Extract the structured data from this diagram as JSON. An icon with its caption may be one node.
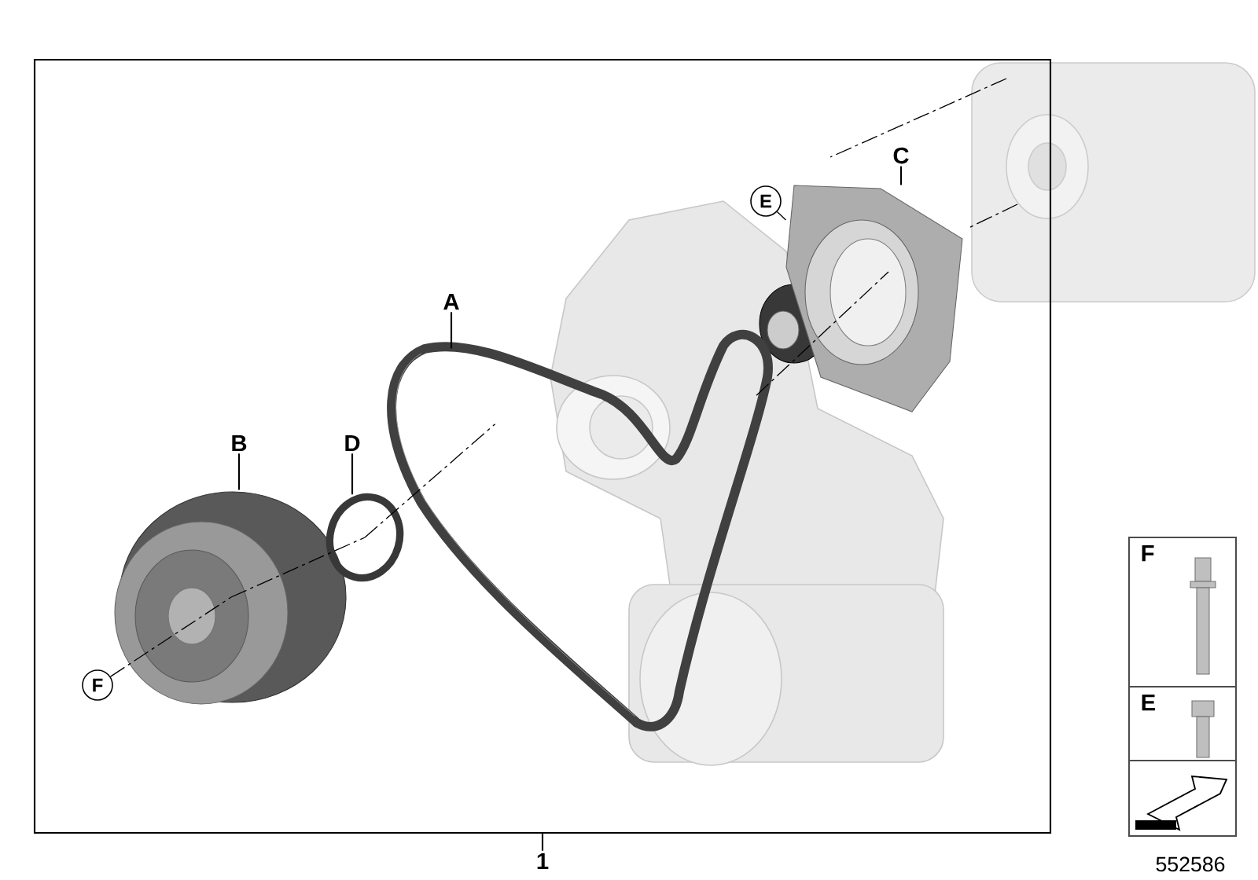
{
  "diagram": {
    "nodes": [
      {
        "text": [],
        "shape": "box"
      },
      {
        "text": [
          "A"
        ],
        "in": 0
      },
      {
        "text": [],
        "shape": "picture",
        "in": 0
      },
      {
        "text": [
          "B"
        ],
        "in": 0
      },
      {
        "text": [],
        "shape": "picture",
        "in": 0
      },
      {
        "text": [
          "D"
        ],
        "in": 0
      },
      {
        "text": [],
        "shape": "circle",
        "in": 0
      },
      {
        "text": [
          "C"
        ],
        "in": 0
      },
      {
        "text": [],
        "shape": "picture",
        "in": 0
      },
      {
        "text": [
          "E"
        ],
        "in": 0
      },
      {
        "text": [
          "F"
        ],
        "in": 0
      },
      {
        "text": [
          "1"
        ]
      },
      {
        "text": [
          "F"
        ]
      },
      {
        "text": [
          "E"
        ]
      },
      {
        "text": [],
        "shape": "box",
        "beside": [
          "552586"
        ]
      }
    ],
    "edges": [
      {
        "from": 1,
        "to": 2,
        "arrow": "none"
      },
      {
        "from": 3,
        "to": 4,
        "arrow": "none"
      },
      {
        "from": 5,
        "to": 6,
        "arrow": "none"
      },
      {
        "from": 7,
        "to": 8,
        "arrow": "none"
      },
      {
        "from": 9,
        "to": 8,
        "arrow": "none",
        "style": "dashed"
      },
      {
        "from": 10,
        "to": 4,
        "arrow": "none",
        "style": "dashed"
      },
      {
        "from": 11,
        "to": 0,
        "arrow": "none"
      },
      {
        "from": 4,
        "to": 6,
        "arrow": "none",
        "style": "dashed"
      },
      {
        "from": 6,
        "to": 2,
        "arrow": "none",
        "style": "dashed"
      },
      {
        "from": 2,
        "to": 8,
        "arrow": "none",
        "style": "dashed"
      }
    ]
  }
}
